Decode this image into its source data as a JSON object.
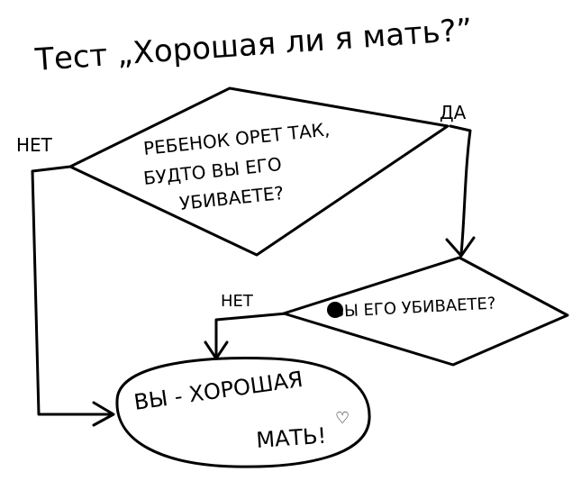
{
  "title": "Тест „Хорошая ли я мать?”",
  "decision1": {
    "line1": "РЕБЕНОК ОРЕТ ТАК,",
    "line2": "БУДТО ВЫ ЕГО",
    "line3": "УБИВАЕТЕ?"
  },
  "decision2": {
    "text": "ВЫ ЕГО УБИВАЕТЕ?"
  },
  "labels": {
    "no_1": "НЕТ",
    "yes_1": "ДА",
    "no_2": "НЕТ"
  },
  "result": {
    "line1": "ВЫ - ХОРОШАЯ",
    "line2": "МАТЬ!"
  }
}
